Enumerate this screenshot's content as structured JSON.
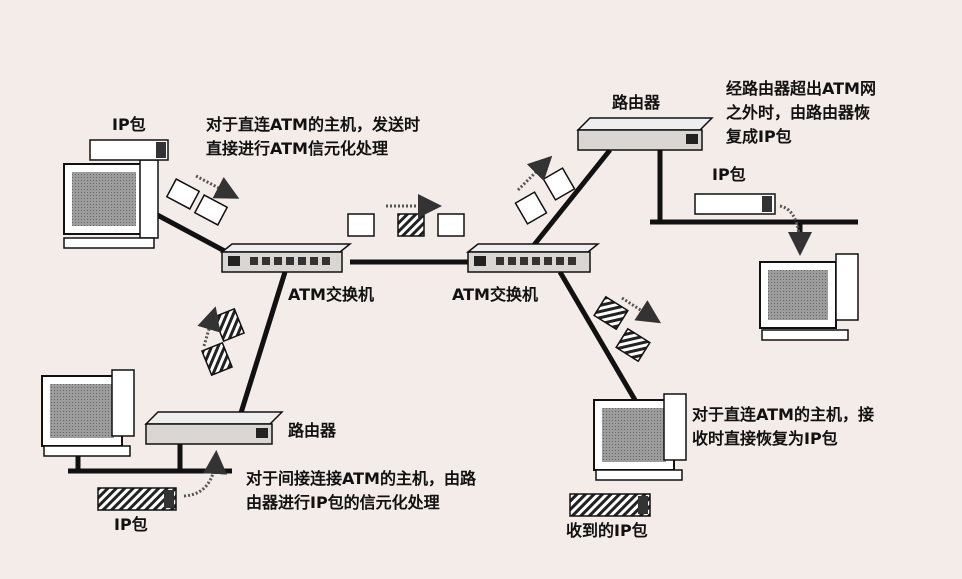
{
  "labels": {
    "ip_packet_top_left": "IP包",
    "note_direct_send_l1": "对于直连ATM的主机，发送时",
    "note_direct_send_l2": "直接进行ATM信元化处理",
    "router_top": "路由器",
    "note_router_exit_l1": "经路由器超出ATM网",
    "note_router_exit_l2": "之外时，由路由器恢",
    "note_router_exit_l3": "复成IP包",
    "ip_packet_right": "IP包",
    "atm_switch_left": "ATM交换机",
    "atm_switch_right": "ATM交换机",
    "router_bottom": "路由器",
    "note_indirect_l1": "对于间接连接ATM的主机，由路",
    "note_indirect_l2": "由器进行IP包的信元化处理",
    "ip_packet_bottom_left": "IP包",
    "note_direct_recv_l1": "对于直连ATM的主机，接",
    "note_direct_recv_l2": "收时直接恢复为IP包",
    "received_ip_packet": "收到的IP包"
  },
  "colors": {
    "background": "#f4ece8",
    "line": "#111111",
    "device_fill": "#d9d6d3",
    "screen_fill": "#8f8f8f"
  }
}
